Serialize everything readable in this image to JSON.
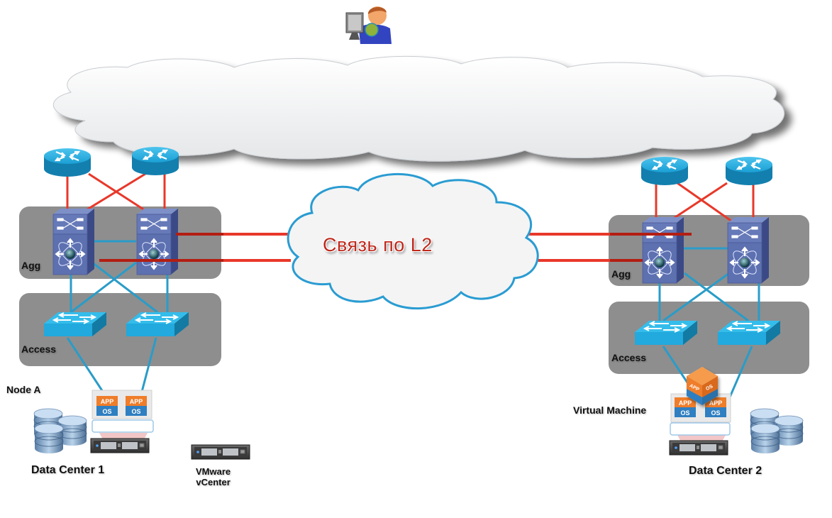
{
  "diagram": {
    "title_link": "Связь по L2",
    "wan_cloud": "wan-cloud",
    "user": "remote-user-icon",
    "colors": {
      "uplink_red": "#e8382a",
      "l2_dark_red": "#b31e12",
      "access_blue": "#2a9cc8",
      "zone_gray": "#8e8e8e",
      "router_blue": "#1a9fd4",
      "agg_switch_purple": "#5c6fae",
      "access_switch_cyan": "#2ab4e6",
      "vm_orange": "#ef7d2a",
      "vm_blue": "#2f7fc1",
      "l2_text": "#c0281c"
    },
    "data_centers": [
      {
        "name": "Data Center 1",
        "agg_label": "Agg",
        "access_label": "Access",
        "node_label": "Node A",
        "vms": [
          {
            "app": "APP",
            "os": "OS"
          },
          {
            "app": "APP",
            "os": "OS"
          }
        ]
      },
      {
        "name": "Data Center 2",
        "agg_label": "Agg",
        "access_label": "Access",
        "node_label": "Virtual Machine",
        "vms": [
          {
            "app": "APP",
            "os": "OS"
          },
          {
            "app": "APP",
            "os": "OS"
          }
        ],
        "migrating_vm": {
          "app": "APP",
          "os": "OS"
        }
      }
    ],
    "vcenter": {
      "line1": "VMware",
      "line2": "vCenter"
    }
  }
}
